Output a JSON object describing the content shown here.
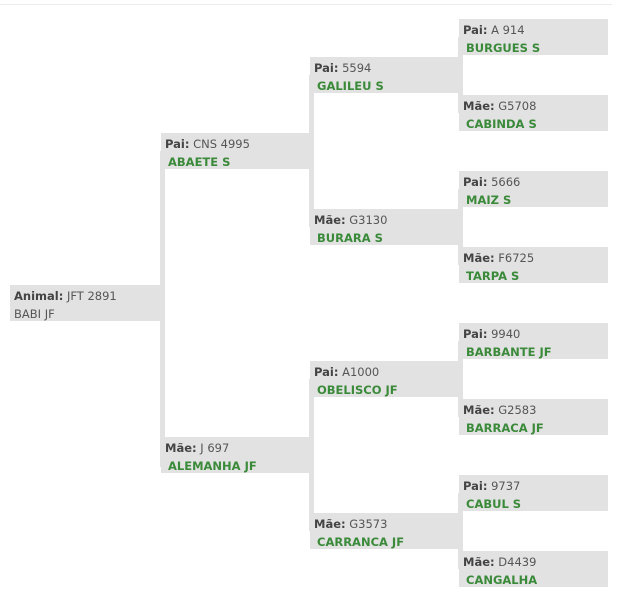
{
  "colors": {
    "node_bg": "#e2e2e2",
    "name_green": "#3a8a3a",
    "label_gray": "#555555",
    "connector": "#e2e2e2"
  },
  "pedigree": {
    "animal": {
      "label": "Animal:",
      "code": "JFT 2891",
      "name": "BABI JF"
    },
    "sire": {
      "label": "Pai:",
      "code": "CNS 4995",
      "name": "ABAETE S",
      "sire": {
        "label": "Pai:",
        "code": "5594",
        "name": "GALILEU S",
        "sire": {
          "label": "Pai:",
          "code": "A 914",
          "name": "BURGUES S"
        },
        "dam": {
          "label": "Mãe:",
          "code": "G5708",
          "name": "CABINDA S"
        }
      },
      "dam": {
        "label": "Mãe:",
        "code": "G3130",
        "name": "BURARA S",
        "sire": {
          "label": "Pai:",
          "code": "5666",
          "name": "MAIZ S"
        },
        "dam": {
          "label": "Mãe:",
          "code": "F6725",
          "name": "TARPA S"
        }
      }
    },
    "dam": {
      "label": "Mãe:",
      "code": "J 697",
      "name": "ALEMANHA JF",
      "sire": {
        "label": "Pai:",
        "code": "A1000",
        "name": "OBELISCO JF",
        "sire": {
          "label": "Pai:",
          "code": "9940",
          "name": "BARBANTE JF"
        },
        "dam": {
          "label": "Mãe:",
          "code": "G2583",
          "name": "BARRACA JF"
        }
      },
      "dam": {
        "label": "Mãe:",
        "code": "G3573",
        "name": "CARRANCA JF",
        "sire": {
          "label": "Pai:",
          "code": "9737",
          "name": "CABUL S"
        },
        "dam": {
          "label": "Mãe:",
          "code": "D4439",
          "name": "CANGALHA"
        }
      }
    }
  }
}
